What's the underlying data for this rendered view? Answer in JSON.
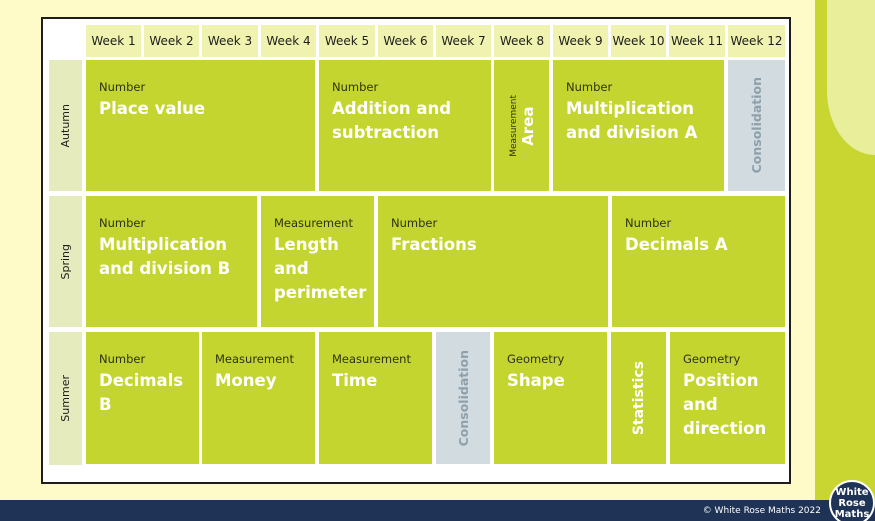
{
  "weeks": [
    "Week 1",
    "Week 2",
    "Week 3",
    "Week 4",
    "Week 5",
    "Week 6",
    "Week 7",
    "Week 8",
    "Week 9",
    "Week 10",
    "Week 11",
    "Week 12"
  ],
  "terms": {
    "autumn": "Autumn",
    "spring": "Spring",
    "summer": "Summer"
  },
  "autumn": {
    "place_value": {
      "category": "Number",
      "title": "Place value"
    },
    "addition": {
      "category": "Number",
      "title": "Addition and subtraction"
    },
    "area": {
      "category": "Measurement",
      "title": "Area"
    },
    "multiplication_a": {
      "category": "Number",
      "title": "Multiplication and division A"
    },
    "consolidation": "Consolidation"
  },
  "spring": {
    "multiplication_b": {
      "category": "Number",
      "title": "Multiplication and division B"
    },
    "length": {
      "category": "Measurement",
      "title": "Length and perimeter"
    },
    "fractions": {
      "category": "Number",
      "title": "Fractions"
    },
    "decimals_a": {
      "category": "Number",
      "title": "Decimals A"
    }
  },
  "summer": {
    "decimals_b": {
      "category": "Number",
      "title": "Decimals B"
    },
    "money": {
      "category": "Measurement",
      "title": "Money"
    },
    "time": {
      "category": "Measurement",
      "title": "Time"
    },
    "consolidation": "Consolidation",
    "shape": {
      "category": "Geometry",
      "title": "Shape"
    },
    "statistics": "Statistics",
    "position": {
      "category": "Geometry",
      "title": "Position and direction"
    }
  },
  "footer": {
    "copyright": "© White Rose Maths 2022"
  },
  "logo": {
    "line1": "White",
    "line2": "Rose",
    "line3": "Maths"
  },
  "colors": {
    "block": "#c4d52f",
    "consolidation": "#d2dbdf",
    "week_header": "#f0f3b0",
    "footer": "#1f3356",
    "background": "#fffbc8"
  }
}
